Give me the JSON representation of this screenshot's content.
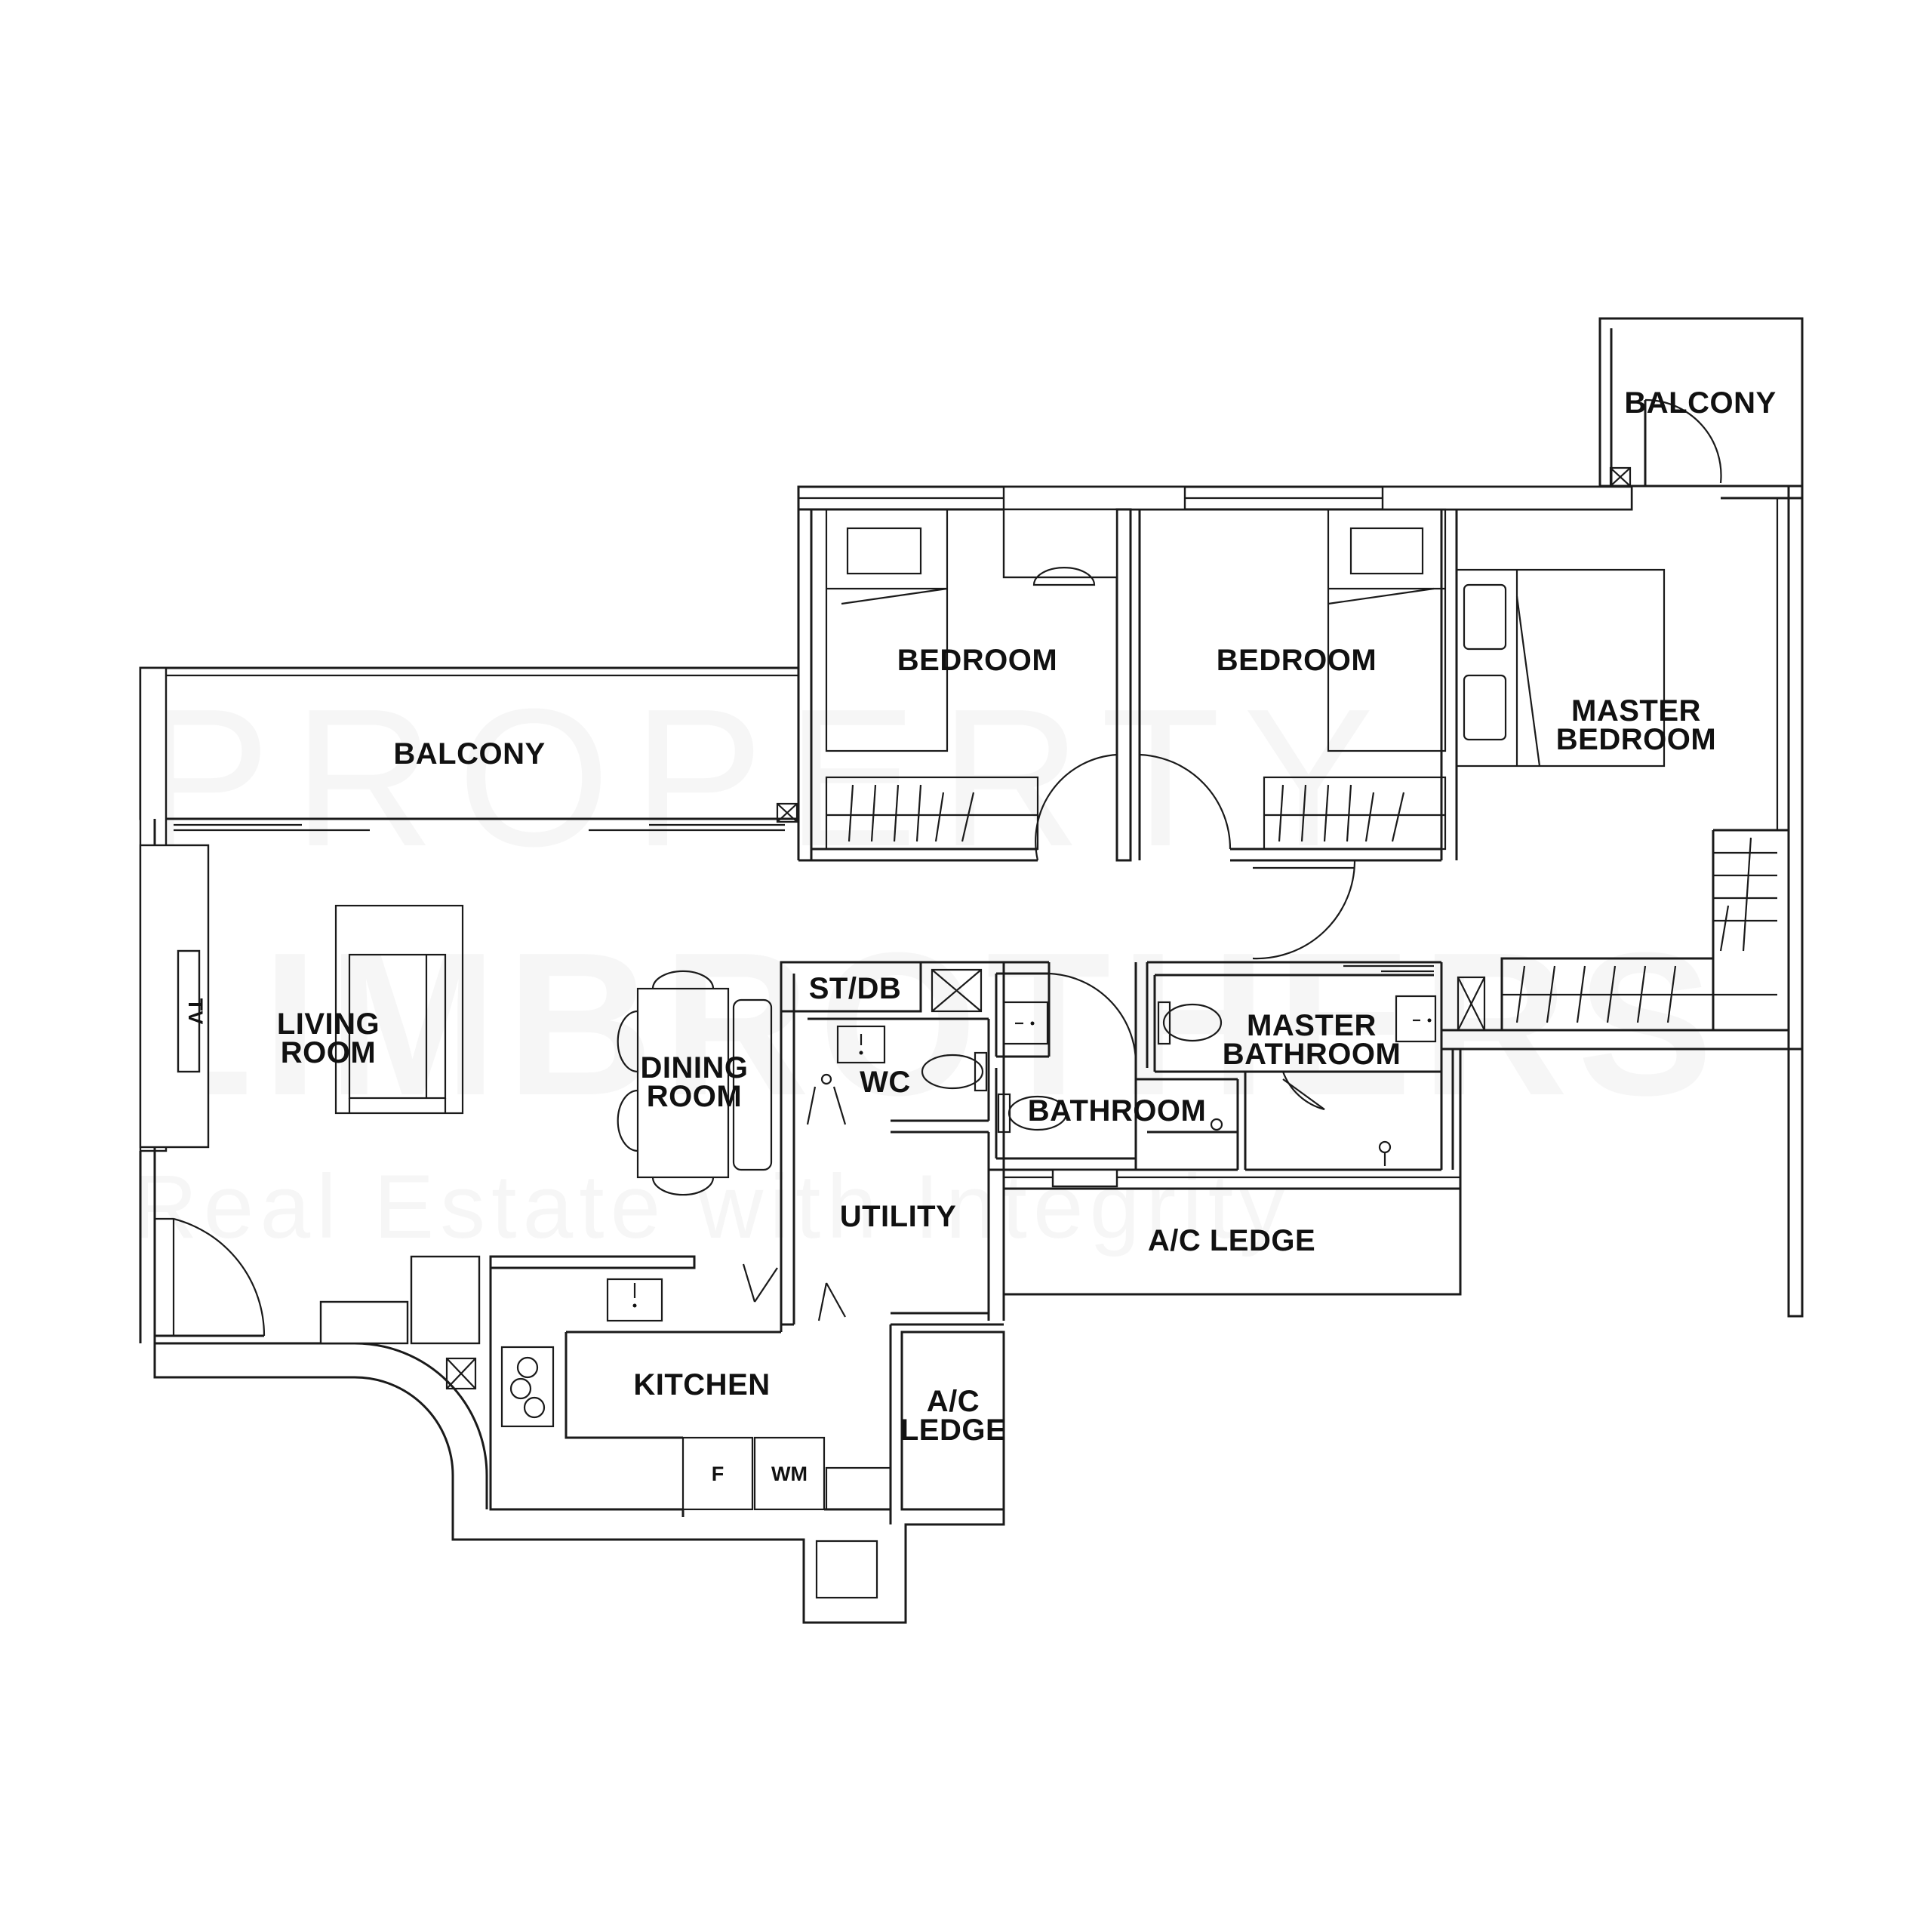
{
  "watermark": {
    "line1": "PROPERTY",
    "line2": "LIMBROTHERS",
    "tagline": "Real Estate with Integrity"
  },
  "rooms": {
    "balcony_top": "BALCONY",
    "bedroom_1": "BEDROOM",
    "bedroom_2": "BEDROOM",
    "master_bedroom_1": "MASTER",
    "master_bedroom_2": "BEDROOM",
    "balcony_living": "BALCONY",
    "living_1": "LIVING",
    "living_2": "ROOM",
    "dining_1": "DINING",
    "dining_2": "ROOM",
    "st_db": "ST/DB",
    "wc": "WC",
    "bathroom": "BATHROOM",
    "master_bathroom_1": "MASTER",
    "master_bathroom_2": "BATHROOM",
    "utility": "UTILITY",
    "ac_ledge_right": "A/C LEDGE",
    "kitchen": "KITCHEN",
    "ac_ledge_small_1": "A/C",
    "ac_ledge_small_2": "LEDGE"
  },
  "fixtures": {
    "tv": "TV",
    "fridge": "F",
    "washing_machine": "WM"
  }
}
